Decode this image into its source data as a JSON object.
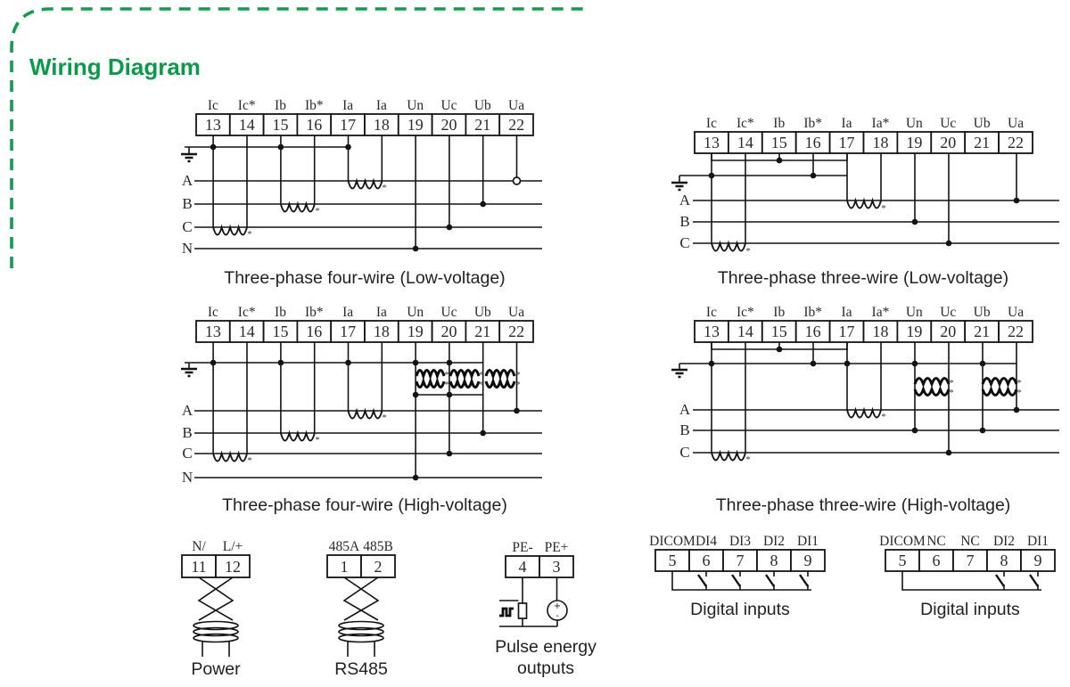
{
  "title": "Wiring Diagram",
  "colors": {
    "accent_green": "#0a9a4a",
    "line_black": "#141414"
  },
  "symbols": {
    "polarity_mark": "*",
    "plus": "+",
    "minus": "-"
  },
  "diagrams": {
    "lv4w": {
      "caption": "Three-phase four-wire (Low-voltage)",
      "labels": [
        "Ic",
        "Ic*",
        "Ib",
        "Ib*",
        "Ia",
        "Ia",
        "Un",
        "Uc",
        "Ub",
        "Ua"
      ],
      "numbers": [
        "13",
        "14",
        "15",
        "16",
        "17",
        "18",
        "19",
        "20",
        "21",
        "22"
      ],
      "phases": [
        "A",
        "B",
        "C",
        "N"
      ]
    },
    "lv3w": {
      "caption": "Three-phase three-wire (Low-voltage)",
      "labels": [
        "Ic",
        "Ic*",
        "Ib",
        "Ib*",
        "Ia",
        "Ia*",
        "Un",
        "Uc",
        "Ub",
        "Ua"
      ],
      "numbers": [
        "13",
        "14",
        "15",
        "16",
        "17",
        "18",
        "19",
        "20",
        "21",
        "22"
      ],
      "phases": [
        "A",
        "B",
        "C"
      ]
    },
    "hv4w": {
      "caption": "Three-phase four-wire (High-voltage)",
      "labels": [
        "Ic",
        "Ic*",
        "Ib",
        "Ib*",
        "Ia",
        "Ia",
        "Un",
        "Uc",
        "Ub",
        "Ua"
      ],
      "numbers": [
        "13",
        "14",
        "15",
        "16",
        "17",
        "18",
        "19",
        "20",
        "21",
        "22"
      ],
      "phases": [
        "A",
        "B",
        "C",
        "N"
      ]
    },
    "hv3w": {
      "caption": "Three-phase three-wire (High-voltage)",
      "labels": [
        "Ic",
        "Ic*",
        "Ib",
        "Ib*",
        "Ia",
        "Ia*",
        "Un",
        "Uc",
        "Ub",
        "Ua"
      ],
      "numbers": [
        "13",
        "14",
        "15",
        "16",
        "17",
        "18",
        "19",
        "20",
        "21",
        "22"
      ],
      "phases": [
        "A",
        "B",
        "C"
      ]
    }
  },
  "power": {
    "labels": [
      "N/",
      "L/+"
    ],
    "numbers": [
      "11",
      "12"
    ],
    "caption": "Power"
  },
  "rs485": {
    "labels": [
      "485A",
      "485B"
    ],
    "numbers": [
      "1",
      "2"
    ],
    "caption": "RS485"
  },
  "pulse": {
    "labels": [
      "PE-",
      "PE+"
    ],
    "numbers": [
      "4",
      "3"
    ],
    "caption_line1": "Pulse energy",
    "caption_line2": "outputs"
  },
  "digital1": {
    "labels": [
      "DICOM",
      "DI4",
      "DI3",
      "DI2",
      "DI1"
    ],
    "numbers": [
      "5",
      "6",
      "7",
      "8",
      "9"
    ],
    "caption": "Digital inputs"
  },
  "digital2": {
    "labels": [
      "DICOM",
      "NC",
      "NC",
      "DI2",
      "DI1"
    ],
    "numbers": [
      "5",
      "6",
      "7",
      "8",
      "9"
    ],
    "caption": "Digital inputs"
  }
}
